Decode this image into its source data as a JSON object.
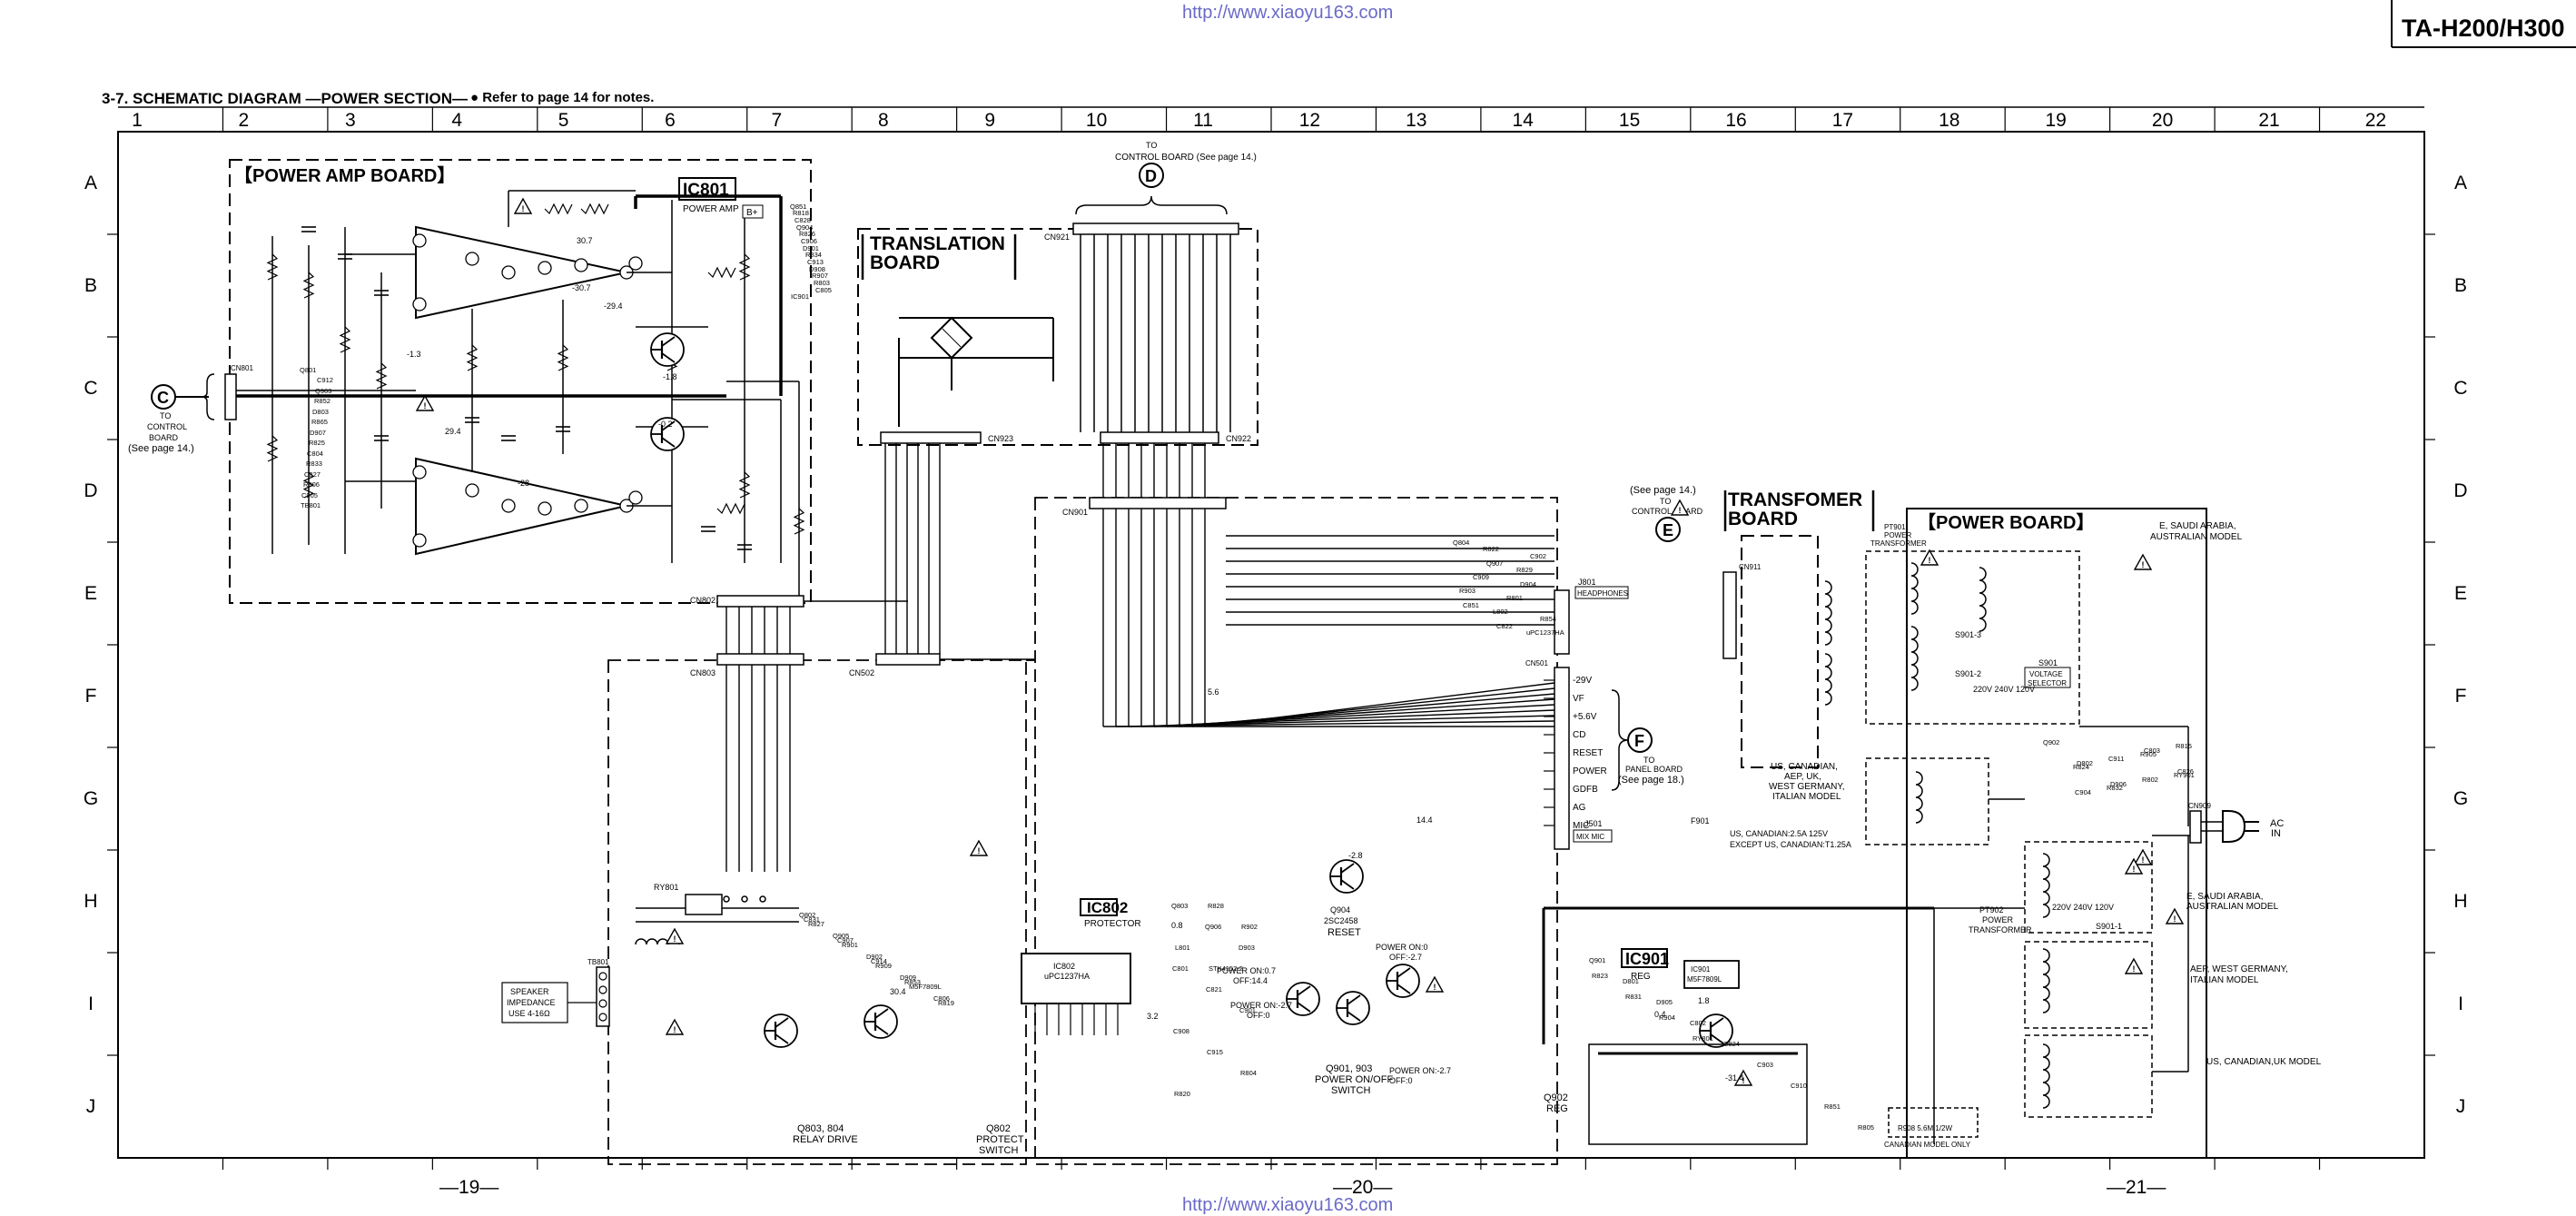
{
  "header": {
    "url_top": "http://www.xiaoyu163.com",
    "url_bottom": "http://www.xiaoyu163.com",
    "model": "TA-H200/H300",
    "section_title": "3-7.  SCHEMATIC DIAGRAM —POWER SECTION—",
    "note": "● Refer to page 14 for notes."
  },
  "grid": {
    "columns": [
      "1",
      "2",
      "3",
      "4",
      "5",
      "6",
      "7",
      "8",
      "9",
      "10",
      "11",
      "12",
      "13",
      "14",
      "15",
      "16",
      "17",
      "18",
      "19",
      "20",
      "21",
      "22"
    ],
    "rows": [
      "A",
      "B",
      "C",
      "D",
      "E",
      "F",
      "G",
      "H",
      "I",
      "J"
    ]
  },
  "page_numbers": [
    "—19—",
    "—20—",
    "—21—"
  ],
  "boards": {
    "power_amp": "【POWER AMP BOARD】",
    "translation_1": "TRANSLATION",
    "translation_2": "BOARD",
    "transformer_1": "TRANSFOMER",
    "transformer_2": "BOARD",
    "power_board": "【POWER BOARD】"
  },
  "ics": {
    "ic801": "IC801",
    "ic801_sub": "POWER AMP",
    "ic802": "IC802",
    "ic802_sub": "PROTECTOR",
    "ic901": "IC901",
    "ic901_sub": "REG"
  },
  "connectors": {
    "c_letter": "C",
    "c_text": [
      "TO",
      "CONTROL",
      "BOARD",
      "(See page 14.)"
    ],
    "d_letter": "D",
    "d_text": [
      "TO",
      "CONTROL BOARD (See page 14.)"
    ],
    "e_letter": "E",
    "e_text": [
      "(See page 14.)",
      "TO",
      "CONTROL BOARD"
    ],
    "f_letter": "F",
    "f_text": [
      "TO",
      "PANEL BOARD",
      "(See page 18.)"
    ],
    "cn_labels": [
      "CN801",
      "CN921",
      "CN923",
      "CN922",
      "CN901",
      "CN802",
      "CN803",
      "CN502",
      "CN501",
      "CN911",
      "CN909"
    ],
    "cn501_pins": [
      "-29V",
      "VF",
      "+5.6V",
      "CD",
      "RESET",
      "POWER",
      "GDFB",
      "AG",
      "MIC"
    ],
    "j801": "J801",
    "j801_sub": "HEADPHONES",
    "j501": "J501",
    "j501_sub": "MIX MIC"
  },
  "labels": {
    "speaker_1": "SPEAKER",
    "speaker_2": "IMPEDANCE",
    "speaker_3": "USE 4-16Ω",
    "relay_1": "Q803, 804",
    "relay_2": "RELAY DRIVE",
    "protect_1": "Q802",
    "protect_2": "PROTECT",
    "protect_3": "SWITCH",
    "reset_1": "Q904",
    "reset_2": "2SC2458",
    "reset_3": "RESET",
    "pwr_1": "Q901, 903",
    "pwr_2": "POWER ON/OFF",
    "pwr_3": "SWITCH",
    "reg_1": "Q902",
    "reg_2": "REG",
    "pt901_1": "PT901",
    "pt901_2": "POWER",
    "pt901_3": "TRANSFORMER",
    "pt902_1": "PT902",
    "pt902_2": "POWER",
    "pt902_3": "TRANSFORMER",
    "e_saudi_1": "E, SAUDI ARABIA,",
    "e_saudi_2": "AUSTRALIAN MODEL",
    "e_saudi_b1": "E, SAUDI ARABIA,",
    "e_saudi_b2": "AUSTRALIAN MODEL",
    "aep_1": "AEP, WEST GERMANY,",
    "aep_2": "ITALIAN MODEL",
    "us_can_uk": "US, CANADIAN,UK MODEL",
    "us_group_1": "US, CANADIAN,",
    "us_group_2": "AEP, UK,",
    "us_group_3": "WEST GERMANY,",
    "us_group_4": "ITALIAN MODEL",
    "voltage_1": "S901",
    "voltage_2": "VOLTAGE",
    "voltage_3": "SELECTOR",
    "volt_sel_values": "220V  240V  120V",
    "volt_sel_values_b": "220V  240V  120V",
    "s901_1": "S901-1",
    "s901_2": "S901-2",
    "s901_3": "S901-3",
    "fuse_1": "F901",
    "fuse_2": "US, CANADIAN:2.5A 125V",
    "fuse_3": "EXCEPT US, CANADIAN:T1.25A",
    "canadian_only": "CANADIAN MODEL ONLY",
    "r908": "R908 5.6M 1/2W",
    "ac_in_1": "AC",
    "ac_in_2": "IN",
    "power_on_1": "POWER ON:0.7",
    "power_on_2": "OFF:14.4",
    "power_on_3": "POWER ON:-2.7",
    "power_on_4": "OFF:0",
    "power_on_5": "POWER ON:0",
    "power_on_6": "OFF:-2.7",
    "power_on_7": "POWER ON:-2.7",
    "power_on_8": "OFF:0"
  },
  "voltages": [
    "30.7",
    "-30.7",
    "-29.4",
    "5.6",
    "14.4",
    "1.8",
    "-1.8",
    "-0.2",
    "-1.3",
    "29.4",
    "-28",
    "0.8",
    "30.4",
    "0.4",
    "-31.4",
    "-2.8",
    "3.2"
  ],
  "component_refs": [
    "Q801",
    "Q851",
    "Q802",
    "Q803",
    "Q804",
    "Q901",
    "Q902",
    "Q903",
    "Q904",
    "Q905",
    "Q906",
    "Q907",
    "D801",
    "D802",
    "D803",
    "D901",
    "D902",
    "D903",
    "D904",
    "D905",
    "D906",
    "D907",
    "D908",
    "D909",
    "C801",
    "C851",
    "C802",
    "C803",
    "C804",
    "C805",
    "C806",
    "C821",
    "C822",
    "C824",
    "C826",
    "C827",
    "C828",
    "C831",
    "C901",
    "C902",
    "C903",
    "C904",
    "C905",
    "C906",
    "C907",
    "C908",
    "C909",
    "C910",
    "C911",
    "C912",
    "C913",
    "C914",
    "C915",
    "R801",
    "R851",
    "R802",
    "R852",
    "R803",
    "R853",
    "R804",
    "R854",
    "R805",
    "R815",
    "R865",
    "R818",
    "R819",
    "R820",
    "R822",
    "R823",
    "R824",
    "R825",
    "R826",
    "R827",
    "R828",
    "R829",
    "R831",
    "R832",
    "R833",
    "R834",
    "R901",
    "R902",
    "R903",
    "R904",
    "R905",
    "R906",
    "R907",
    "R909",
    "L801",
    "L802",
    "RY801",
    "RY901",
    "TB801",
    "IC901",
    "M5F7809L",
    "STK4152-2",
    "uPC1237HA"
  ]
}
